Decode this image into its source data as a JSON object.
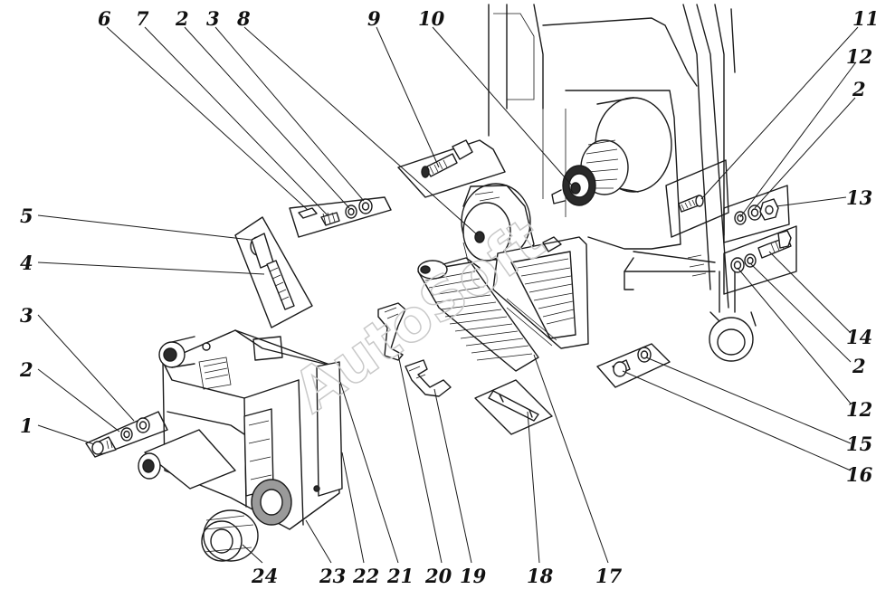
{
  "diagram": {
    "watermark": "AutoSoft",
    "callouts": [
      {
        "id": "c1",
        "label": "1"
      },
      {
        "id": "c2a",
        "label": "2"
      },
      {
        "id": "c3a",
        "label": "3"
      },
      {
        "id": "c4",
        "label": "4"
      },
      {
        "id": "c5",
        "label": "5"
      },
      {
        "id": "c6",
        "label": "6"
      },
      {
        "id": "c7",
        "label": "7"
      },
      {
        "id": "c2b",
        "label": "2"
      },
      {
        "id": "c3b",
        "label": "3"
      },
      {
        "id": "c8",
        "label": "8"
      },
      {
        "id": "c9",
        "label": "9"
      },
      {
        "id": "c10",
        "label": "10"
      },
      {
        "id": "c11",
        "label": "11"
      },
      {
        "id": "c12a",
        "label": "12"
      },
      {
        "id": "c2c",
        "label": "2"
      },
      {
        "id": "c13",
        "label": "13"
      },
      {
        "id": "c14",
        "label": "14"
      },
      {
        "id": "c2d",
        "label": "2"
      },
      {
        "id": "c12b",
        "label": "12"
      },
      {
        "id": "c15",
        "label": "15"
      },
      {
        "id": "c16",
        "label": "16"
      },
      {
        "id": "c17",
        "label": "17"
      },
      {
        "id": "c18",
        "label": "18"
      },
      {
        "id": "c19",
        "label": "19"
      },
      {
        "id": "c20",
        "label": "20"
      },
      {
        "id": "c21",
        "label": "21"
      },
      {
        "id": "c22",
        "label": "22"
      },
      {
        "id": "c23",
        "label": "23"
      },
      {
        "id": "c24",
        "label": "24"
      }
    ]
  }
}
